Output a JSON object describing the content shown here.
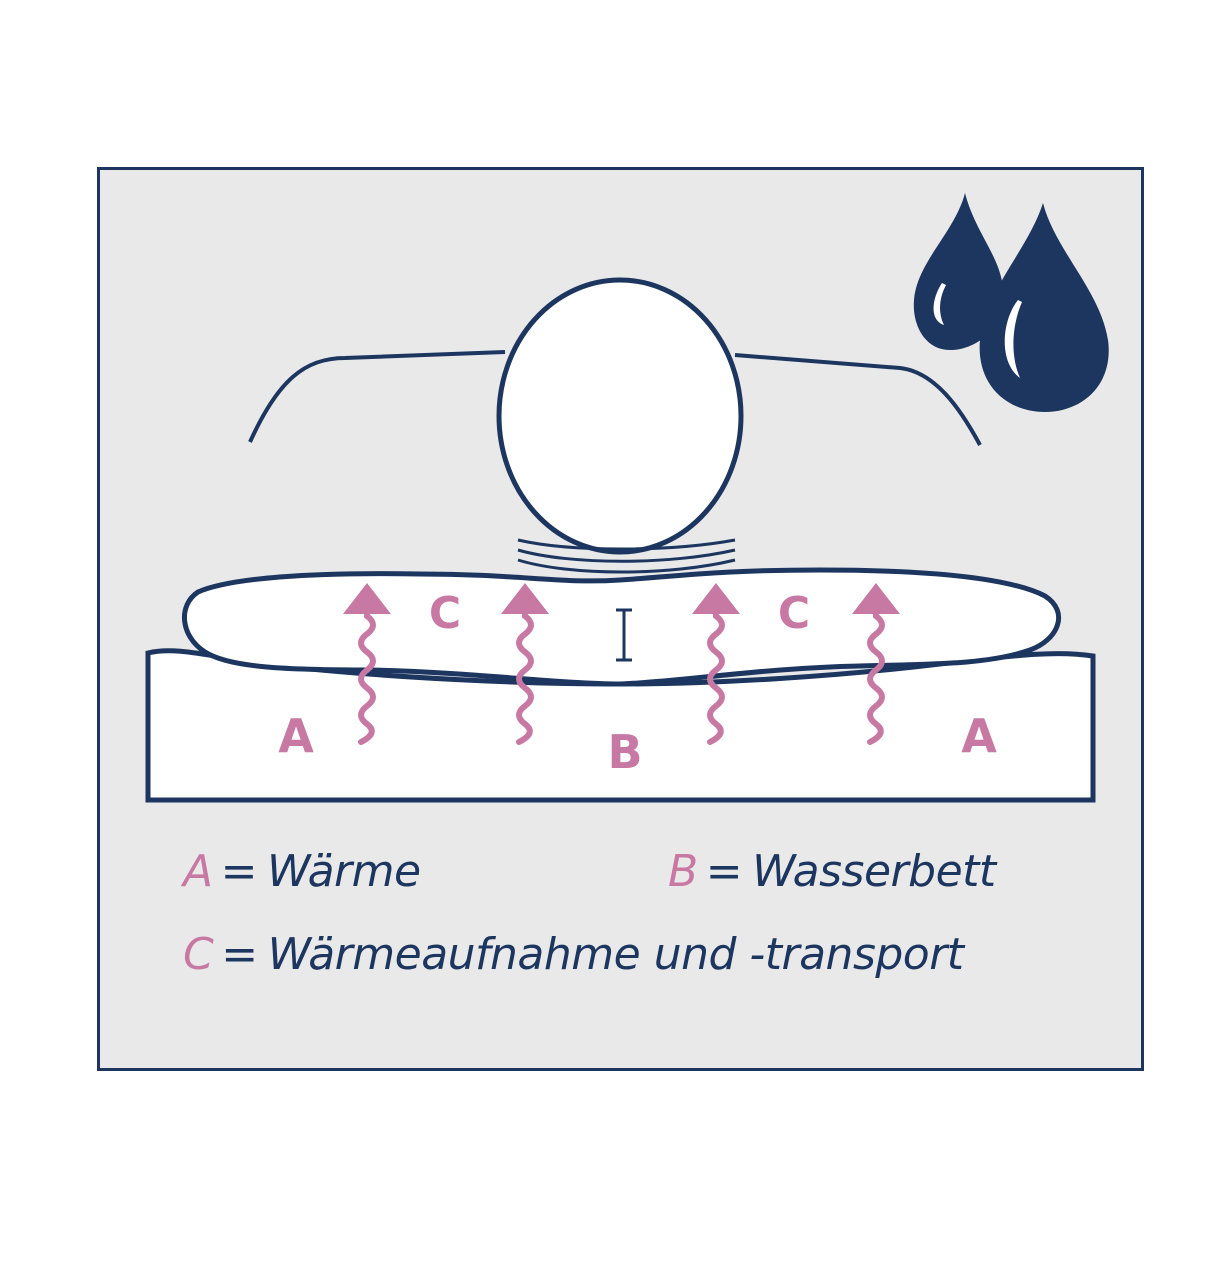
{
  "diagram": {
    "zone_labels": {
      "a": "A",
      "b": "B",
      "c": "C"
    },
    "legend": [
      {
        "key": "A",
        "text": "Wärme"
      },
      {
        "key": "B",
        "text": "Wasserbett"
      },
      {
        "key": "C",
        "text": "Wärmeaufnahme und -transport"
      }
    ],
    "colors": {
      "outline": "#1c3660",
      "accent": "#c779a3",
      "panel": "#e9e9ea"
    },
    "icons": [
      "water-drops-icon",
      "heat-arrow-icon"
    ]
  }
}
